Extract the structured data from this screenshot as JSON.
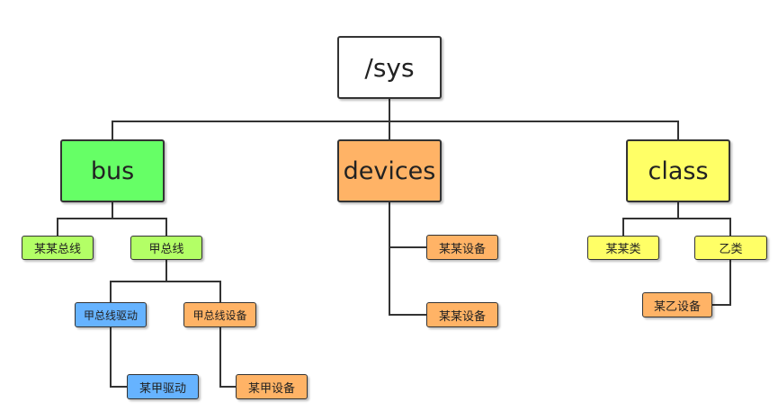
{
  "colors": {
    "white": "#ffffff",
    "green": "#66ff66",
    "light_green": "#b3ff66",
    "orange": "#ffb366",
    "yellow": "#ffff66",
    "blue": "#66b3ff",
    "line": "#333333"
  },
  "nodes": {
    "root": {
      "label": "/sys"
    },
    "bus": {
      "label": "bus"
    },
    "devices": {
      "label": "devices"
    },
    "class": {
      "label": "class"
    },
    "bus_some_bus": {
      "label": "某某总线"
    },
    "bus_a_bus": {
      "label": "甲总线"
    },
    "a_bus_driver": {
      "label": "甲总线驱动"
    },
    "a_bus_device": {
      "label": "甲总线设备"
    },
    "some_a_driver": {
      "label": "某甲驱动"
    },
    "some_a_device": {
      "label": "某甲设备"
    },
    "devices_device_1": {
      "label": "某某设备"
    },
    "devices_device_2": {
      "label": "某某设备"
    },
    "class_some_class": {
      "label": "某某类"
    },
    "class_b_class": {
      "label": "乙类"
    },
    "some_b_device": {
      "label": "某乙设备"
    }
  }
}
